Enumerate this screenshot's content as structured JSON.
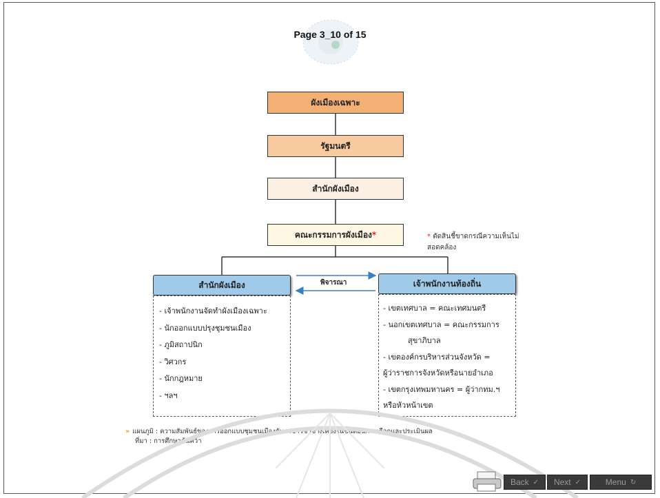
{
  "header": {
    "page_label": "Page 3_10 of 15"
  },
  "chart": {
    "box1": "ผังเมืองเฉพาะ",
    "box2": "รัฐมนตรี",
    "box3": "สำนักผังเมือง",
    "box4": "คณะกรรมการผังเมือง",
    "box4_mark": "*",
    "note_mark": "*",
    "note": "ตัดสินชี้ขาดกรณีความเห็นไม่สอดคล้อง",
    "left_head": "สำนักผังเมือง",
    "right_head": "เจ้าพนักงานท้องถิ่น",
    "arrow_label": "พิจารณา",
    "left_items": [
      "- เจ้าพนักงานจัดทำผังเมืองเฉพาะ",
      "- นักออกแบบปรุงชุมชนเมือง",
      "- ภูมิสถาปนิก",
      "- วิศวกร",
      "- นักกฎหมาย",
      "- ฯลฯ"
    ],
    "right_items": [
      "- เขตเทศบาล = คณะเทศมนตรี",
      "- นอกเขตเทศบาล = คณะกรรมการ",
      "สุขาภิบาล",
      "- เขตองค์กรบริหารส่วนจังหวัด =",
      "ผู้ว่าราชการจังหวัดหรือนายอำเภอ",
      "- เขตกรุงเทพมหานคร = ผู้ว่ากทม.ฯ",
      "หรือหัวหน้าเขต"
    ]
  },
  "source": {
    "line1": "แผนภูมิ : ความสัมพันธ์ของการออกแบบชุมชนเมืองกับสาขาวิชาข้างเคียงในขั้นตอนการเลือกและประเมินผล",
    "line2": "ที่มา : การศึกษาค้นคว้า"
  },
  "nav": {
    "back": "Back",
    "next": "Next",
    "menu": "Menu",
    "back_icon": "check-mark",
    "next_icon": "check-mark",
    "menu_icon": "refresh"
  }
}
